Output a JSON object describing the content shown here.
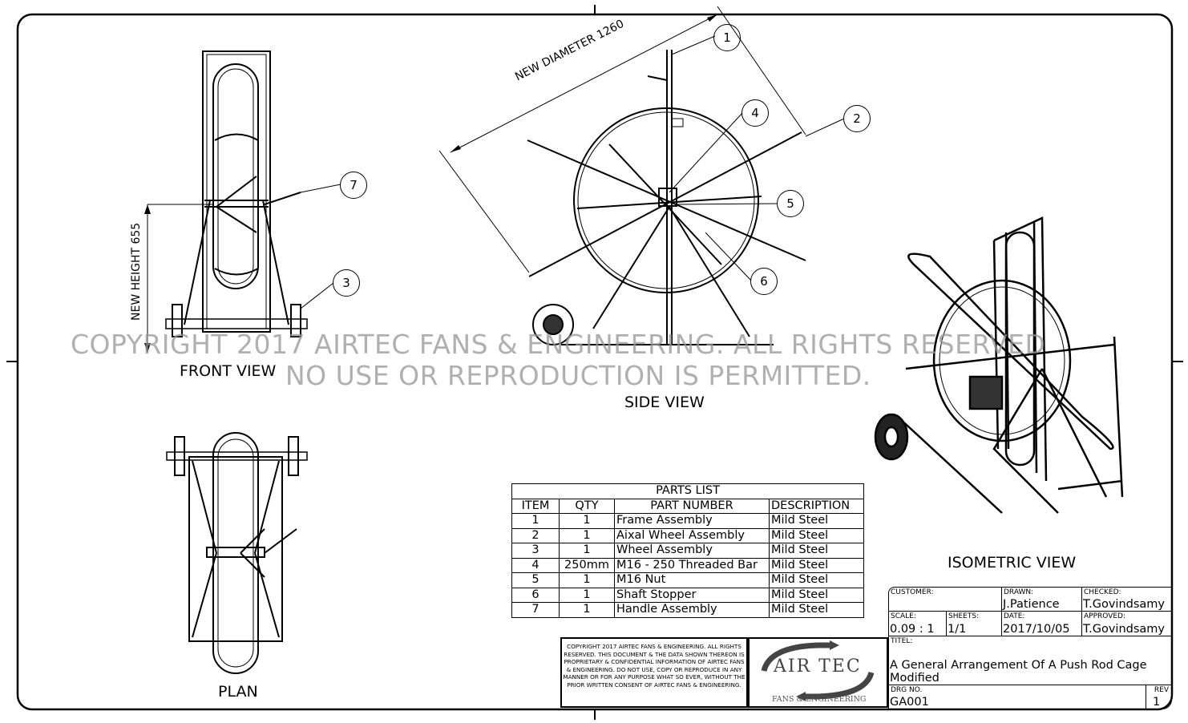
{
  "views": {
    "front": "FRONT VIEW",
    "side": "SIDE VIEW",
    "plan": "PLAN",
    "isometric": "ISOMETRIC VIEW"
  },
  "dimensions": {
    "diameter": "NEW DIAMETER 1260",
    "height": "NEW HEIGHT 655"
  },
  "balloons": [
    "1",
    "2",
    "3",
    "4",
    "5",
    "6",
    "7"
  ],
  "watermark": {
    "line1": "COPYRIGHT 2017 AIRTEC FANS & ENGINEERING. ALL RIGHTS RESERVED",
    "line2": "NO USE OR REPRODUCTION IS PERMITTED."
  },
  "parts_list": {
    "title": "PARTS LIST",
    "headers": [
      "ITEM",
      "QTY",
      "PART NUMBER",
      "DESCRIPTION"
    ],
    "rows": [
      [
        "1",
        "1",
        "Frame Assembly",
        "Mild Steel"
      ],
      [
        "2",
        "1",
        "Aixal Wheel Assembly",
        "Mild Steel"
      ],
      [
        "3",
        "1",
        "Wheel Assembly",
        "Mild Steel"
      ],
      [
        "4",
        "250mm",
        "M16 - 250 Threaded Bar",
        "Mild Steel"
      ],
      [
        "5",
        "1",
        "M16 Nut",
        "Mild Steel"
      ],
      [
        "6",
        "1",
        "Shaft Stopper",
        "Mild Steel"
      ],
      [
        "7",
        "1",
        "Handle Assembly",
        "Mild Steel"
      ]
    ]
  },
  "title_block": {
    "customer_label": "CUSTOMER:",
    "customer": "",
    "drawn_label": "DRAWN:",
    "drawn": "J.Patience",
    "checked_label": "CHECKED:",
    "checked": "T.Govindsamy",
    "scale_label": "SCALE:",
    "scale": "0.09 : 1",
    "sheets_label": "SHEETS:",
    "sheets": "1/1",
    "date_label": "DATE:",
    "date": "2017/10/05",
    "approved_label": "APPROVED:",
    "approved": "T.Govindsamy",
    "title_label": "TITEL:",
    "title": "A General Arrangement Of A Push Rod Cage Modified",
    "drg_label": "DRG NO.",
    "drg": "GA001",
    "rev_label": "REV",
    "rev": "1"
  },
  "copyright_notice": "COPYRIGHT 2017 AIRTEC FANS & ENGINEERING. ALL RIGHTS RESERVED. THIS DOCUMENT & THE DATA SHOWN THEREON IS PROPRIETARY & CONFIDENTIAL INFORMATION OF AIRTEC FANS & ENGINEERING. DO NOT USE, COPY OR REPRODUCE IN ANY MANNER OR FOR ANY PURPOSE WHAT SO EVER, WITHOUT THE PRIOR WRITTEN CONSENT OF AIRTEC FANS & ENGINEERING.",
  "logo": {
    "name": "AIR TEC",
    "tagline": "FANS & ENGINEERING"
  }
}
